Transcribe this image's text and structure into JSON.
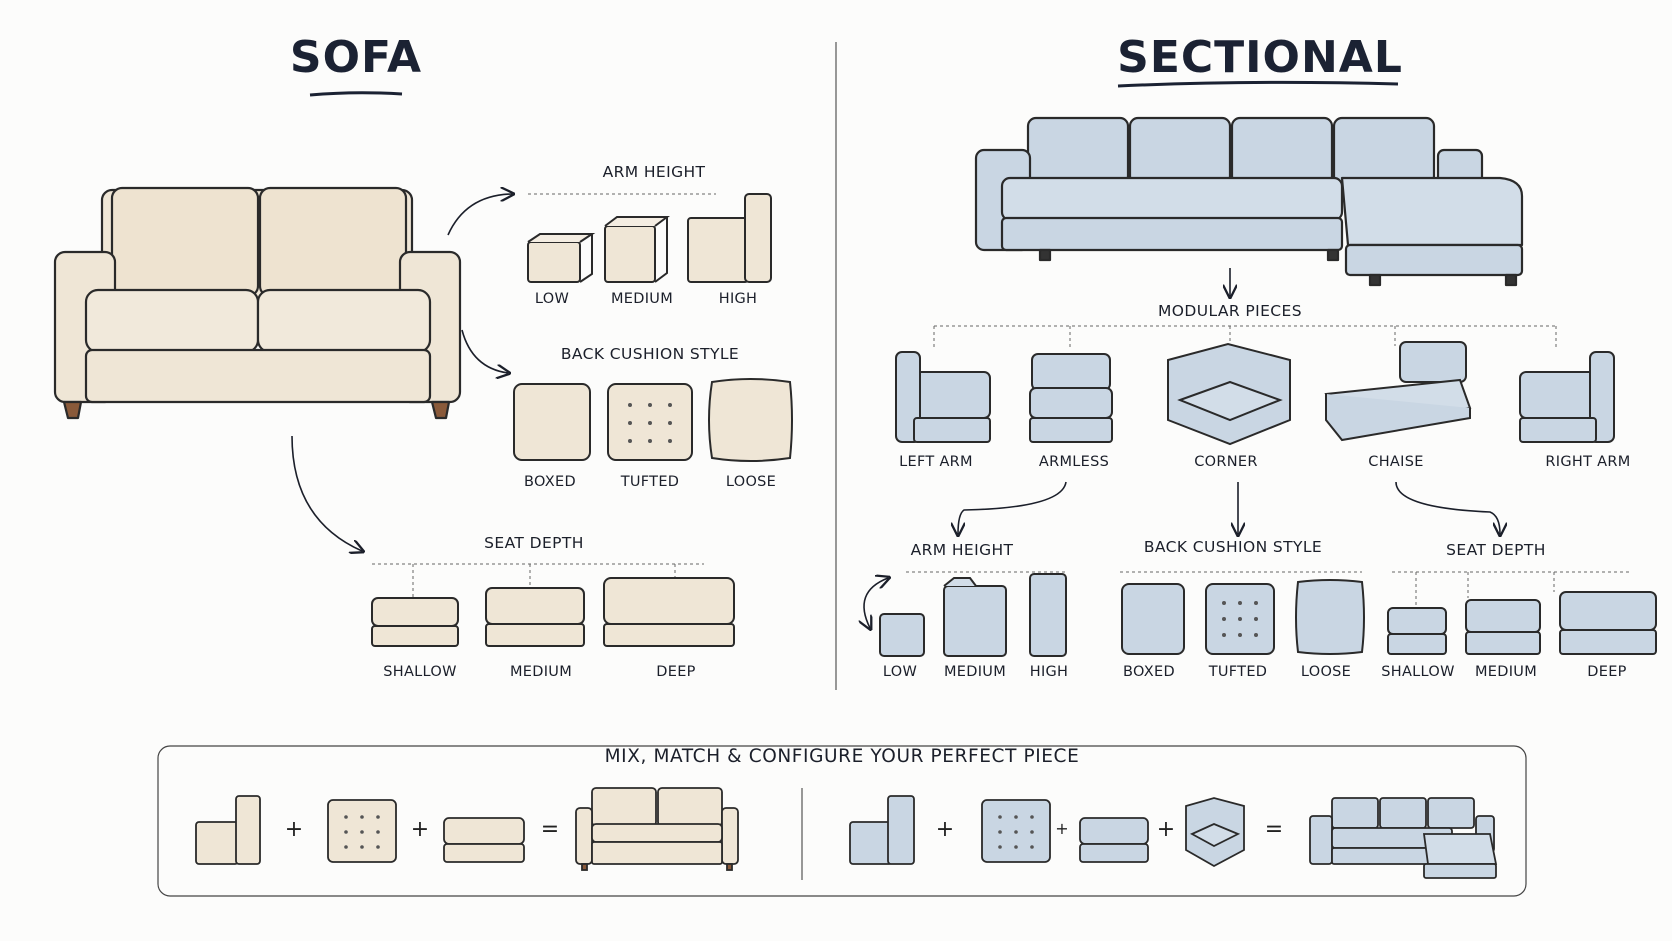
{
  "sofa": {
    "title": "SOFA",
    "arm_height": {
      "heading": "ARM HEIGHT",
      "options": [
        "LOW",
        "MEDIUM",
        "HIGH"
      ]
    },
    "back_cushion_style": {
      "heading": "BACK CUSHION STYLE",
      "options": [
        "BOXED",
        "TUFTED",
        "LOOSE"
      ]
    },
    "seat_depth": {
      "heading": "SEAT DEPTH",
      "options": [
        "SHALLOW",
        "MEDIUM",
        "DEEP"
      ]
    }
  },
  "sectional": {
    "title": "SECTIONAL",
    "modular_pieces": {
      "heading": "MODULAR PIECES",
      "options": [
        "LEFT ARM",
        "ARMLESS",
        "CORNER",
        "CHAISE",
        "RIGHT ARM"
      ]
    },
    "arm_height": {
      "heading": "ARM HEIGHT",
      "options": [
        "LOW",
        "MEDIUM",
        "HIGH"
      ]
    },
    "back_cushion_style": {
      "heading": "BACK CUSHION STYLE",
      "options": [
        "BOXED",
        "TUFTED",
        "LOOSE"
      ]
    },
    "seat_depth": {
      "heading": "SEAT DEPTH",
      "options": [
        "SHALLOW",
        "MEDIUM",
        "DEEP"
      ]
    }
  },
  "banner": {
    "title": "MIX, MATCH & CONFIGURE YOUR PERFECT PIECE",
    "plus": "+",
    "equals": "="
  },
  "colors": {
    "sofa_fill": "#efe6d6",
    "sectional_fill": "#c9d6e3",
    "ink": "#1b1f2a"
  },
  "icons": [
    "arrow-icon",
    "arm-block-icon",
    "cushion-icon",
    "seat-cushion-icon",
    "sofa-icon",
    "sectional-icon"
  ]
}
